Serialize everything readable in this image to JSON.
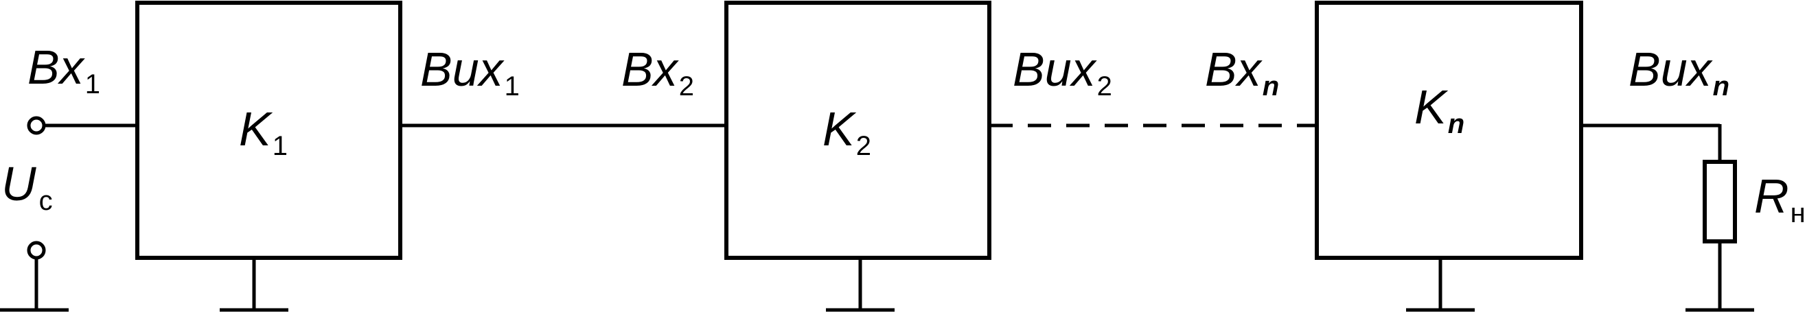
{
  "labels": {
    "input1": {
      "main": "Bx",
      "sub": "1"
    },
    "output1": {
      "main": "Bux",
      "sub": "1"
    },
    "input2": {
      "main": "Bx",
      "sub": "2"
    },
    "output2": {
      "main": "Bux",
      "sub": "2"
    },
    "inputn": {
      "main": "Bx",
      "sub": "n"
    },
    "outputn": {
      "main": "Bux",
      "sub": "n"
    },
    "source": {
      "main": "U",
      "sub": "c"
    },
    "load": {
      "main": "R",
      "sub": "н"
    }
  },
  "blocks": [
    {
      "main": "K",
      "sub": "1"
    },
    {
      "main": "K",
      "sub": "2"
    },
    {
      "main": "K",
      "sub": "n"
    }
  ]
}
